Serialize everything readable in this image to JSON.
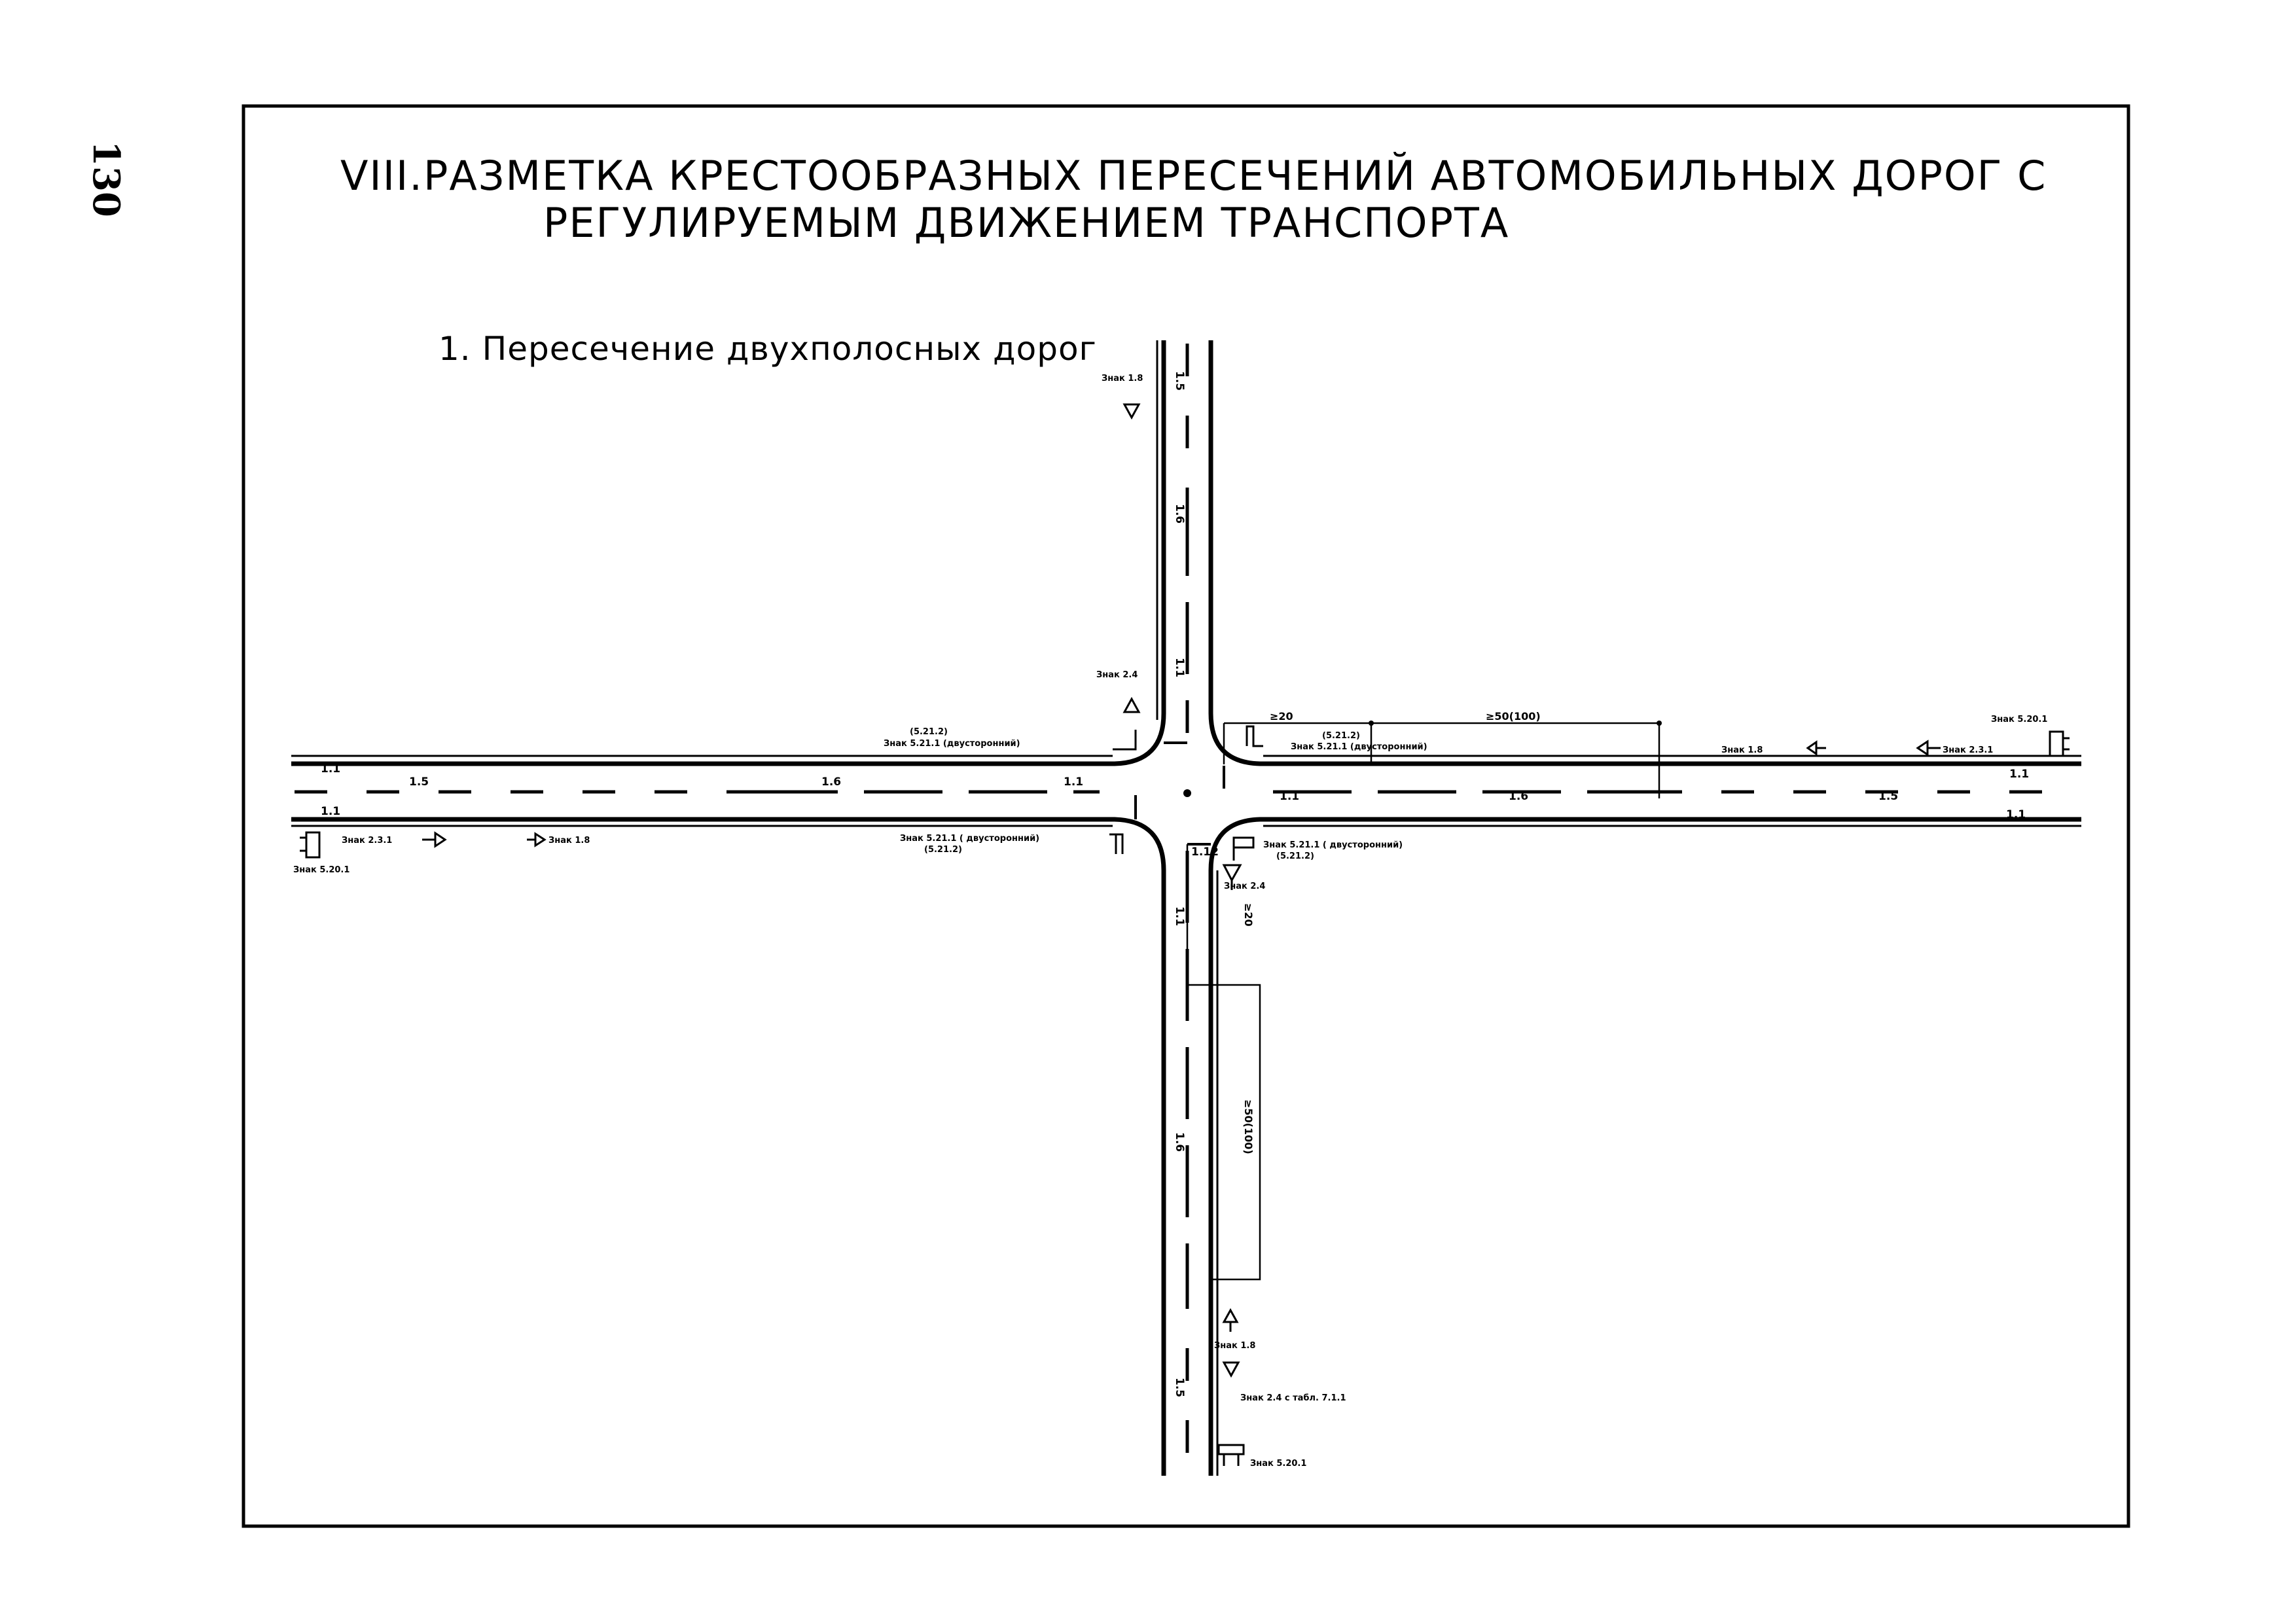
{
  "page_number": "130",
  "title": {
    "line1": "VIII.РАЗМЕТКА КРЕСТООБРАЗНЫХ ПЕРЕСЕЧЕНИЙ АВТОМОБИЛЬНЫХ ДОРОГ С",
    "line2": "РЕГУЛИРУЕМЫМ  ДВИЖЕНИЕМ  ТРАНСПОРТА"
  },
  "section_title": "1. Пересечение двухполосных дорог",
  "markings": {
    "m1_1": "1.1",
    "m1_5": "1.5",
    "m1_6": "1.6",
    "m1_12": "1.12",
    "m1_14": "1.1"
  },
  "signs": {
    "north_1_8": "Знак 1.8",
    "north_2_4": "Знак 2.4",
    "nw_5_21_2": "(5.21.2)",
    "nw_5_21_1": "Знак 5.21.1 (двусторонний)",
    "ne_5_21_2": "(5.21.2)",
    "ne_5_21_1": "Знак 5.21.1 (двусторонний)",
    "east_5_20_1": "Знак 5.20.1",
    "east_1_8": "Знак 1.8",
    "east_2_3_1": "Знак 2.3.1",
    "west_2_3_1": "Знак 2.3.1",
    "west_1_8": "Знак 1.8",
    "west_5_20_1": "Знак 5.20.1",
    "sw_5_21_1": "Знак 5.21.1 ( двусторонний)",
    "sw_5_21_2": "(5.21.2)",
    "se_5_21_1": "Знак 5.21.1 ( двусторонний)",
    "se_5_21_2": "(5.21.2)",
    "south_2_4": "Знак 2.4",
    "south_1_8": "Знак 1.8",
    "south_2_4_tab": "Знак 2.4 с табл. 7.1.1",
    "south_5_20_1": "Знак 5.20.1"
  },
  "dimensions": {
    "east_20": "≥20",
    "east_50": "≥50(100)",
    "south_20": "≥20",
    "south_50": "≥50(100)"
  },
  "colors": {
    "ink": "#000000",
    "paper": "#ffffff"
  }
}
